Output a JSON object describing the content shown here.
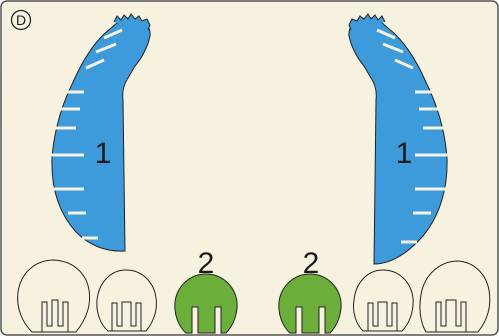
{
  "panel_label": "D",
  "colors": {
    "background": "#f7f2df",
    "border": "#555555",
    "comb": "#3d9bdc",
    "teeth_highlighted": "#6cae3a",
    "outline": "#222222"
  },
  "regions": {
    "left_comb": {
      "number": "1",
      "color_role": "comb",
      "slots": 10
    },
    "right_comb": {
      "number": "1",
      "color_role": "comb",
      "slots": 10
    },
    "left_highlight_tooth": {
      "number": "2",
      "color_role": "teeth_highlighted"
    },
    "right_highlight_tooth": {
      "number": "2",
      "color_role": "teeth_highlighted"
    }
  },
  "teeth_row": [
    {
      "id": "left-outer",
      "filled": false
    },
    {
      "id": "left-inner",
      "filled": false
    },
    {
      "id": "left-highlight",
      "filled": true
    },
    {
      "id": "right-highlight",
      "filled": true
    },
    {
      "id": "right-inner",
      "filled": false
    },
    {
      "id": "right-outer",
      "filled": false
    }
  ]
}
